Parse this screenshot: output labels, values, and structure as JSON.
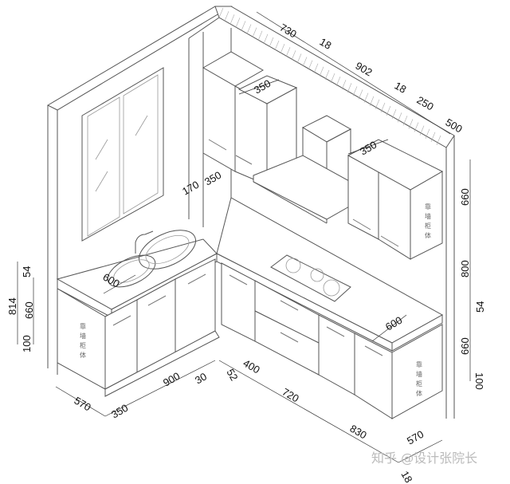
{
  "dimensions": {
    "top_730": "730",
    "top_18a": "18",
    "top_902": "902",
    "top_18b": "18",
    "top_250": "250",
    "top_500": "500",
    "upper_depth_left": "350",
    "upper_depth_right": "350",
    "side_170": "170",
    "side_350": "350",
    "right_660_upper": "660",
    "right_800": "800",
    "right_54": "54",
    "right_660_lower": "660",
    "right_100": "100",
    "counter_depth_right": "600",
    "counter_depth_left": "600",
    "left_54": "54",
    "left_814": "814",
    "left_660": "660",
    "left_100": "100",
    "bottom_900": "900",
    "bottom_30": "30",
    "bottom_52": "52",
    "bottom_400": "400",
    "bottom_720": "720",
    "bottom_830": "830",
    "bottom_570_left": "570",
    "bottom_350": "350",
    "bottom_570_right": "570",
    "bottom_18": "18"
  },
  "cabinet_labels": {
    "wall_cabinet_left": [
      "靠",
      "墙",
      "柜",
      "体"
    ],
    "wall_cabinet_upper_right": [
      "靠",
      "墙",
      "柜",
      "体"
    ],
    "wall_cabinet_lower_right": [
      "靠",
      "墙",
      "柜",
      "体"
    ]
  },
  "watermark": "知乎 @设计张院长"
}
